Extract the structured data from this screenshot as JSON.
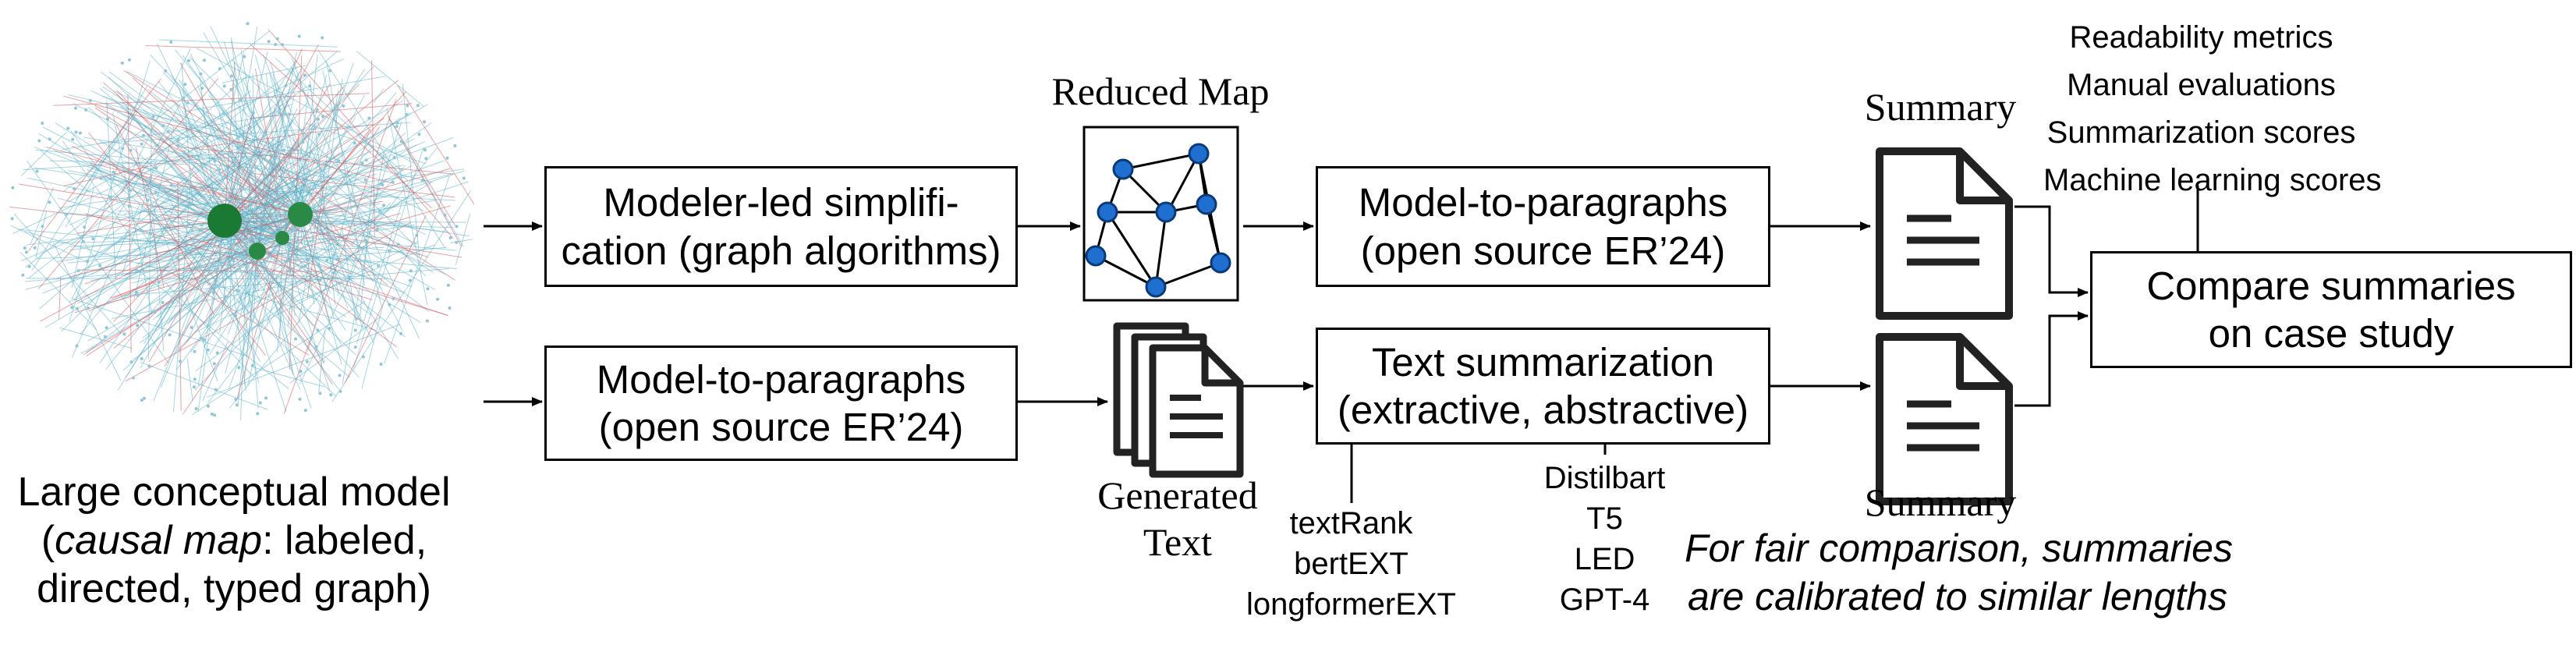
{
  "input_model": {
    "line1": "Large conceptual model",
    "line2_italic": "causal map",
    "line2_rest": ": labeled,",
    "line3": "directed, typed graph)"
  },
  "boxes": {
    "simplification": {
      "line1": "Modeler-led simplifi-",
      "line2": "cation (graph algorithms)"
    },
    "para_top": {
      "line1": "Model-to-paragraphs",
      "line2": "(open source ER’24)"
    },
    "para_bottom": {
      "line1": "Model-to-paragraphs",
      "line2": "(open source ER’24)"
    },
    "text_summarization": {
      "line1": "Text summarization",
      "line2": "(extractive, abstractive)"
    },
    "compare": {
      "line1": "Compare summaries",
      "line2": "on case study"
    }
  },
  "labels": {
    "reduced_map": "Reduced Map",
    "summary_top": "Summary",
    "summary_bottom": "Summary",
    "generated_line1": "Generated",
    "generated_line2": "Text"
  },
  "extractive_methods": [
    "textRank",
    "bertEXT",
    "longformerEXT"
  ],
  "abstractive_methods": [
    "Distilbart",
    "T5",
    "LED",
    "GPT-4"
  ],
  "evaluation_metrics": [
    "Readability metrics",
    "Manual evaluations",
    "Summarization scores",
    "Machine learning scores"
  ],
  "note": {
    "line1": "For fair comparison, summaries",
    "line2": "are calibrated to similar lengths"
  },
  "colors": {
    "node_blue": "#1f6fd1",
    "hub_green": "#1a7a33",
    "edge_teal": "#5fb3c9",
    "edge_red": "#d9535a"
  }
}
